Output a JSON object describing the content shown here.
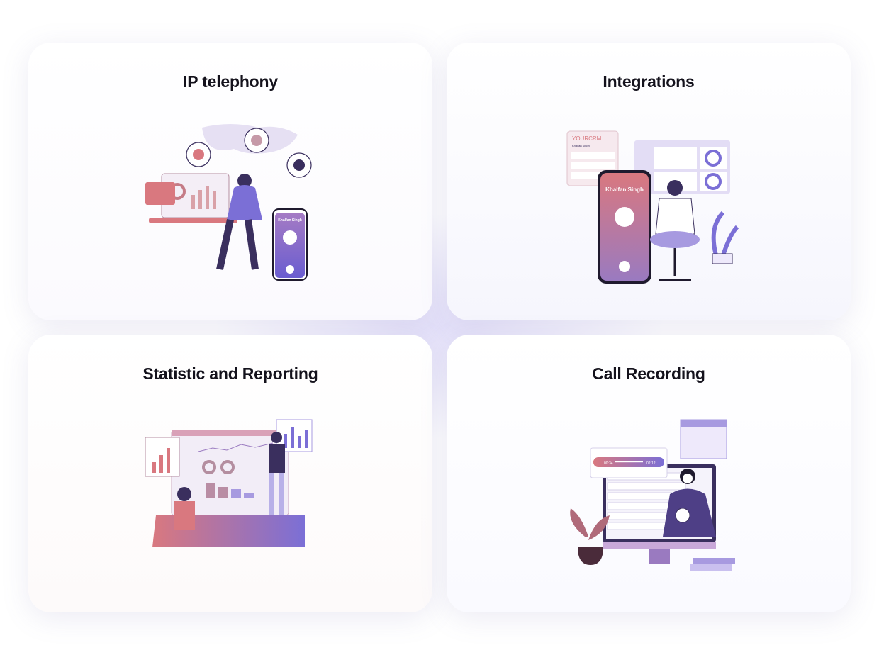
{
  "cards": [
    {
      "title": "IP telephony",
      "illustration": {
        "caller_name": "Khalfan Singh"
      }
    },
    {
      "title": "Integrations",
      "illustration": {
        "crm_label": "YOURCRM",
        "crm_contact": "Khalfan Singh",
        "caller_name": "Khalfan Singh"
      }
    },
    {
      "title": "Statistic and Reporting"
    },
    {
      "title": "Call Recording",
      "illustration": {
        "elapsed": "00:34",
        "duration": "02:12"
      }
    }
  ],
  "colors": {
    "accent_purple": "#7b6fd6",
    "accent_pink": "#d9787f",
    "dark": "#3a2f5e",
    "title": "#14121c"
  }
}
